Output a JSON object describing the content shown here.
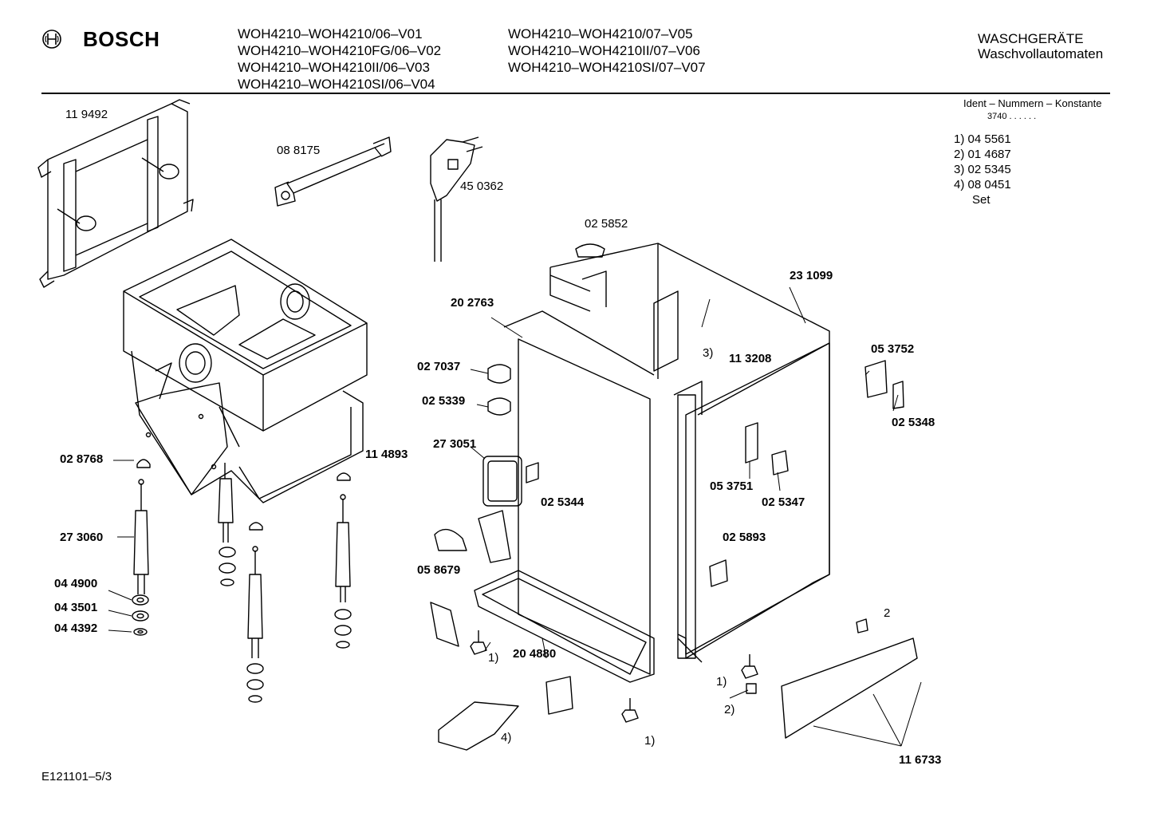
{
  "header": {
    "brand": "BOSCH",
    "models_col1": [
      "WOH4210–WOH4210/06–V01",
      "WOH4210–WOH4210FG/06–V02",
      "WOH4210–WOH4210II/06–V03",
      "WOH4210–WOH4210SI/06–V04"
    ],
    "models_col2": [
      "WOH4210–WOH4210/07–V05",
      "WOH4210–WOH4210II/07–V06",
      "WOH4210–WOH4210SI/07–V07"
    ],
    "category": "WASCHGERÄTE",
    "subcategory": "Waschvollautomaten"
  },
  "ident": {
    "title": "Ident – Nummern – Konstante",
    "constant": "3740 . . . . . .",
    "items": [
      "1)  04 5561",
      "2)  01 4687",
      "3)  02 5345",
      "4)  08 0451"
    ],
    "set": "Set"
  },
  "parts": {
    "p119492": "11 9492",
    "p088175": "08 8175",
    "p450362": "45 0362",
    "p025852": "02 5852",
    "p231099": "23 1099",
    "p202763": "20 2763",
    "p027037": "02 7037",
    "p025339": "02 5339",
    "p273051": "27 3051",
    "p028768": "02 8768",
    "p114893": "11 4893",
    "p273060": "27 3060",
    "p044900": "04 4900",
    "p043501": "04 3501",
    "p044392": "04 4392",
    "p025344": "02 5344",
    "p058679": "05 8679",
    "p113208": "11 3208",
    "p3": "3)",
    "p053752": "05 3752",
    "p025348": "02 5348",
    "p053751": "05 3751",
    "p025347": "02 5347",
    "p025893": "02 5893",
    "p204880": "20 4880",
    "p1a": "1)",
    "p1b": "1)",
    "p1c": "1)",
    "p2a": "2)",
    "p2b": "2",
    "p4": "4)",
    "p116733": "11 6733"
  },
  "footer": {
    "code": "E121101–5/3"
  }
}
